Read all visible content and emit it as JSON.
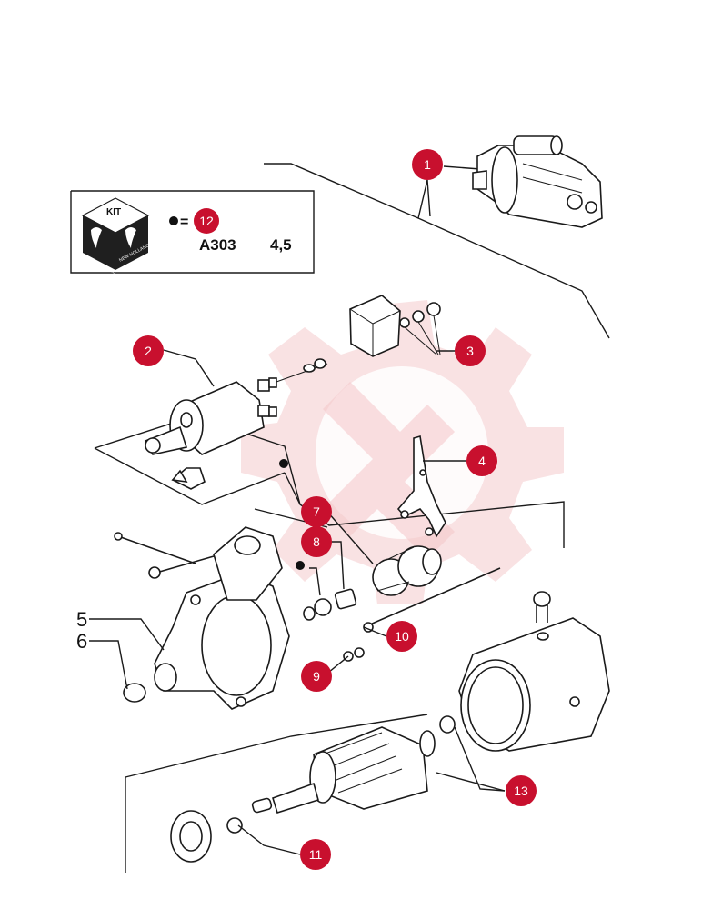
{
  "colors": {
    "callout": "#c8102e",
    "watermark": "#f3c3c6",
    "ink": "#1a1a1a"
  },
  "kit_box": {
    "kit_word": "KIT",
    "brand_word": "NEW HOLLAND",
    "equals": "=",
    "kit_ref": "12",
    "code": "A303",
    "value": "4,5"
  },
  "callouts": [
    {
      "label": "1"
    },
    {
      "label": "2"
    },
    {
      "label": "3"
    },
    {
      "label": "4"
    },
    {
      "label": "7"
    },
    {
      "label": "8"
    },
    {
      "label": "9"
    },
    {
      "label": "10"
    },
    {
      "label": "11"
    },
    {
      "label": "13"
    }
  ],
  "plain_labels": [
    {
      "label": "5"
    },
    {
      "label": "6"
    }
  ],
  "watermark_icon": "gear-wrench-icon"
}
